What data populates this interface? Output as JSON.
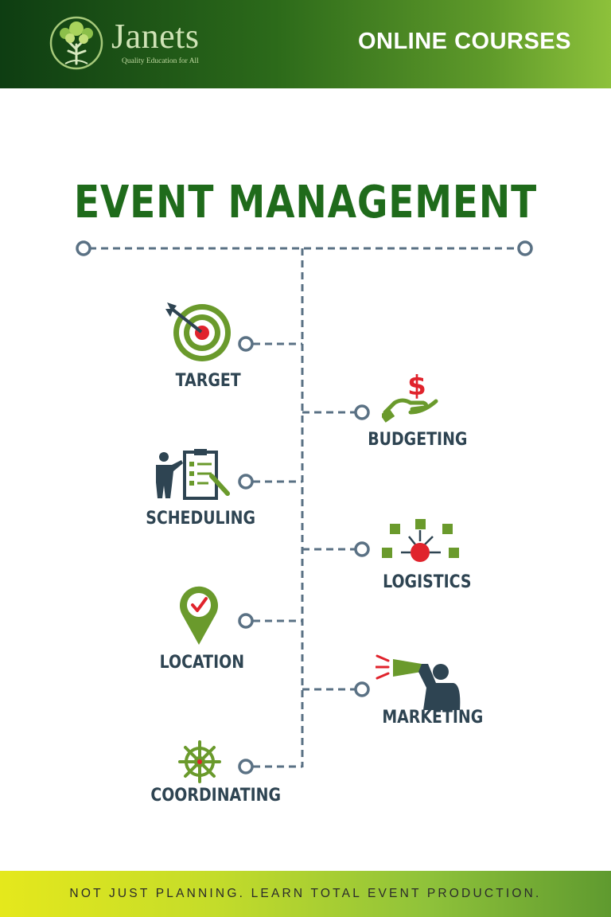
{
  "header": {
    "brand": "Janets",
    "tagline": "Quality Education for All",
    "title": "ONLINE COURSES",
    "logo_icon": "tree-logo-icon"
  },
  "main": {
    "title": "EVENT MANAGEMENT",
    "items": [
      {
        "label": "TARGET",
        "icon": "target-icon",
        "side": "left"
      },
      {
        "label": "BUDGETING",
        "icon": "money-hand-icon",
        "side": "right"
      },
      {
        "label": "SCHEDULING",
        "icon": "clipboard-presenter-icon",
        "side": "left"
      },
      {
        "label": "LOGISTICS",
        "icon": "network-hub-icon",
        "side": "right"
      },
      {
        "label": "LOCATION",
        "icon": "map-pin-check-icon",
        "side": "left"
      },
      {
        "label": "MARKETING",
        "icon": "megaphone-person-icon",
        "side": "right"
      },
      {
        "label": "COORDINATING",
        "icon": "ship-wheel-icon",
        "side": "left"
      }
    ]
  },
  "footer": {
    "text": "NOT JUST PLANNING. LEARN TOTAL EVENT PRODUCTION."
  },
  "colors": {
    "header_dark": "#0e3d12",
    "header_light": "#8dc13b",
    "title_green": "#1f6b1b",
    "label_navy": "#2e4452",
    "icon_green": "#6a9a2c",
    "accent_red": "#e0232c",
    "connector": "#5a7184",
    "footer_yellow": "#e5e81c"
  }
}
